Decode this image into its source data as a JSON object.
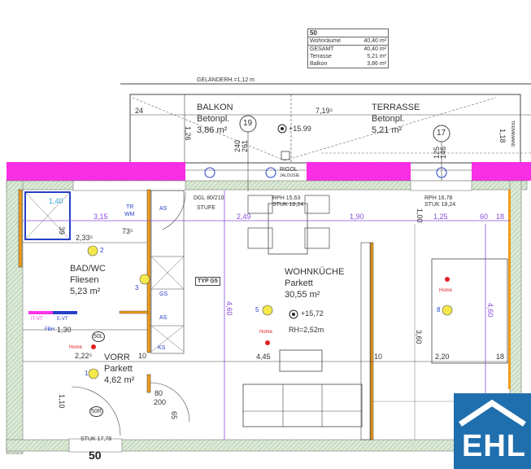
{
  "area_table": {
    "unit": "50",
    "rows": [
      {
        "label": "Wohnräume",
        "value": "40,40 m²"
      },
      {
        "label": "GESAMT",
        "value": "40,40 m²"
      },
      {
        "label": "Terrasse",
        "value": "5,21 m²"
      },
      {
        "label": "Balkon",
        "value": "3,86 m²"
      }
    ]
  },
  "railing_label": "GELÄNDERH.=1,12 m",
  "rooms": {
    "balkon": {
      "name": "BALKON",
      "floor": "Betonpl.",
      "area": "3,86 m²"
    },
    "terrasse": {
      "name": "TERRASSE",
      "floor": "Betonpl.",
      "area": "5,21 m²"
    },
    "bad": {
      "name": "BAD/WC",
      "floor": "Fliesen",
      "area": "5,23 m²"
    },
    "vorr": {
      "name": "VORR",
      "floor": "Parkett",
      "area": "4,62 m²"
    },
    "wohnkueche": {
      "name": "WOHNKÜCHE",
      "floor": "Parkett",
      "area": "30,55 m²"
    }
  },
  "markers": {
    "m19": "19",
    "m17": "17"
  },
  "levels": {
    "terrace": "+15.99",
    "living": "+15,72",
    "room_height": "RH=2,52m"
  },
  "window_notes": {
    "rigol": "RIGOL",
    "jalousie": "JALOUSIE",
    "rph1": "RPH 15,63",
    "stuk1": "STUK 18,24",
    "rph2": "RPH 16,78",
    "stuk2": "STUK 18,24",
    "dgl": "DGL 80/210",
    "stufe": "STUFE",
    "stuk_entry": "STUK 17,78",
    "typ": "TYP G5",
    "trennwand": "TRENNWAND"
  },
  "dimensions": {
    "d24": "24",
    "d719": "7,19⁵",
    "d126": "1,26",
    "d240": "240",
    "d261": "261",
    "d125": "125",
    "d146": "146",
    "d118": "1,18",
    "d315": "3,15",
    "d249": "2,49",
    "d190": "1,90",
    "d100": "1,00",
    "d125b": "1,25",
    "d60": "60",
    "d18": "18",
    "d140": "1,40",
    "d233": "2,33⁵",
    "d73": "73⁵",
    "d39": "39",
    "d130": "1,30",
    "d222": "2,22⁵",
    "d10": "10",
    "d110": "1,10",
    "d80": "80",
    "d200": "200",
    "d65": "65",
    "d460": "4,60",
    "d460b": "4,60",
    "d445": "4,45",
    "d10b": "10",
    "d360": "3,60",
    "d220": "2,20",
    "d18b": "18"
  },
  "fixtures": {
    "tr": "TR",
    "wm": "WM",
    "as": "AS",
    "as2": "AS",
    "ks": "KS",
    "gs": "GS",
    "it_vt": "IT-VT",
    "e_vt": "E-VT",
    "fbh": "FBH",
    "home1": "Home",
    "home2": "Home",
    "home3": "Home",
    "sol": "50L",
    "sor": "50R"
  },
  "lights": {
    "l1": "1",
    "l2": "2",
    "l3": "3",
    "l5": "5",
    "l8": "8"
  },
  "unit_number": "50",
  "logo": {
    "text": "EHL",
    "color": "#1f6fae"
  },
  "colors": {
    "exterior_band": "#ff2ee6",
    "wall_hatch": "#cfe3c8",
    "dimension": "#8a4fd8",
    "install": "#2440c8"
  }
}
